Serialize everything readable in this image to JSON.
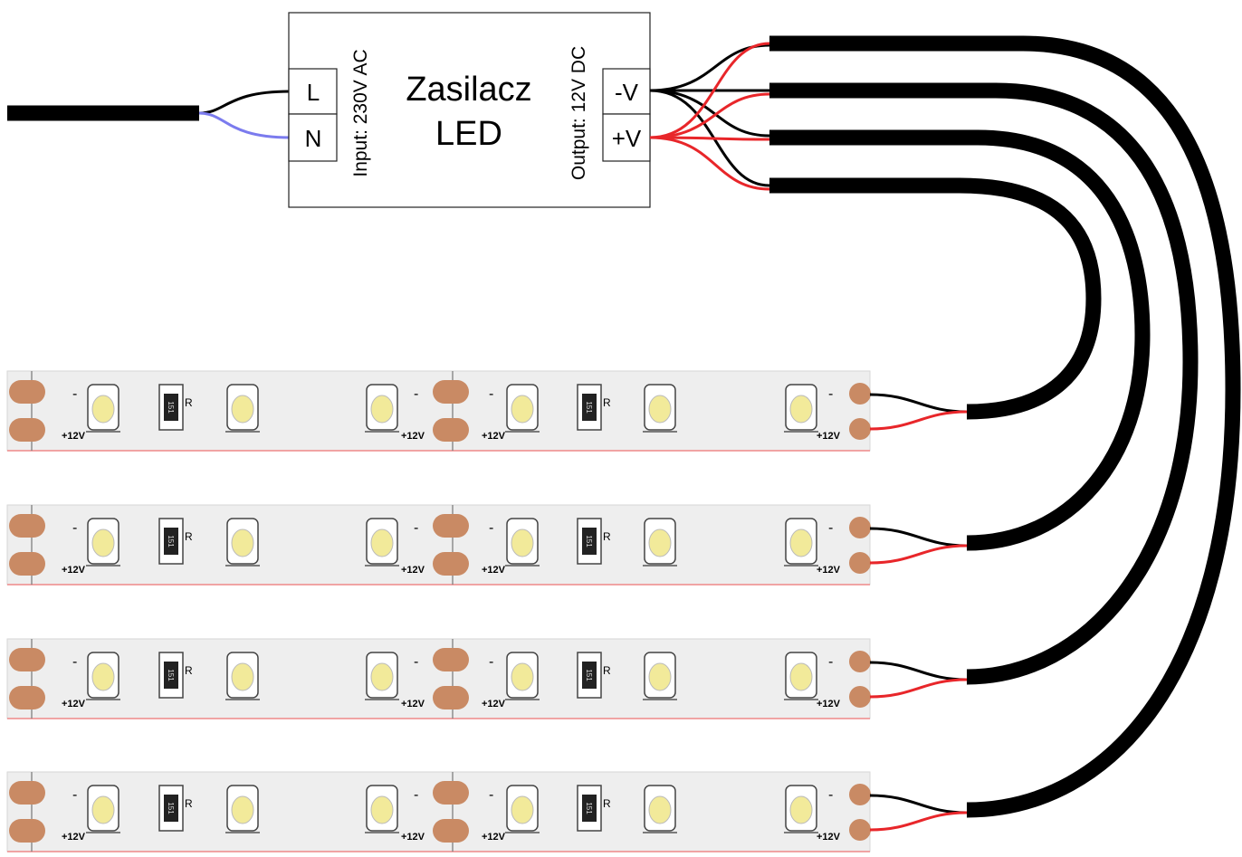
{
  "psu": {
    "title_line1": "Zasilacz",
    "title_line2": "LED",
    "input_label": "Input: 230V AC",
    "output_label": "Output: 12V DC",
    "terminal_l": "L",
    "terminal_n": "N",
    "terminal_minus": "-V",
    "terminal_plus": "+V"
  },
  "strip": {
    "minus_mark": "-",
    "plus_label": "+12V",
    "resistor_code": "151",
    "resistor_mark": "R"
  },
  "colors": {
    "cable": "#000000",
    "wire_negative": "#000000",
    "wire_positive": "#e8262a",
    "wire_neutral": "#7b7bee",
    "strip_body": "#eeeeee",
    "copper_pad": "#c98a64",
    "led_yellow": "#f2ea9a"
  },
  "strips_count": 4
}
